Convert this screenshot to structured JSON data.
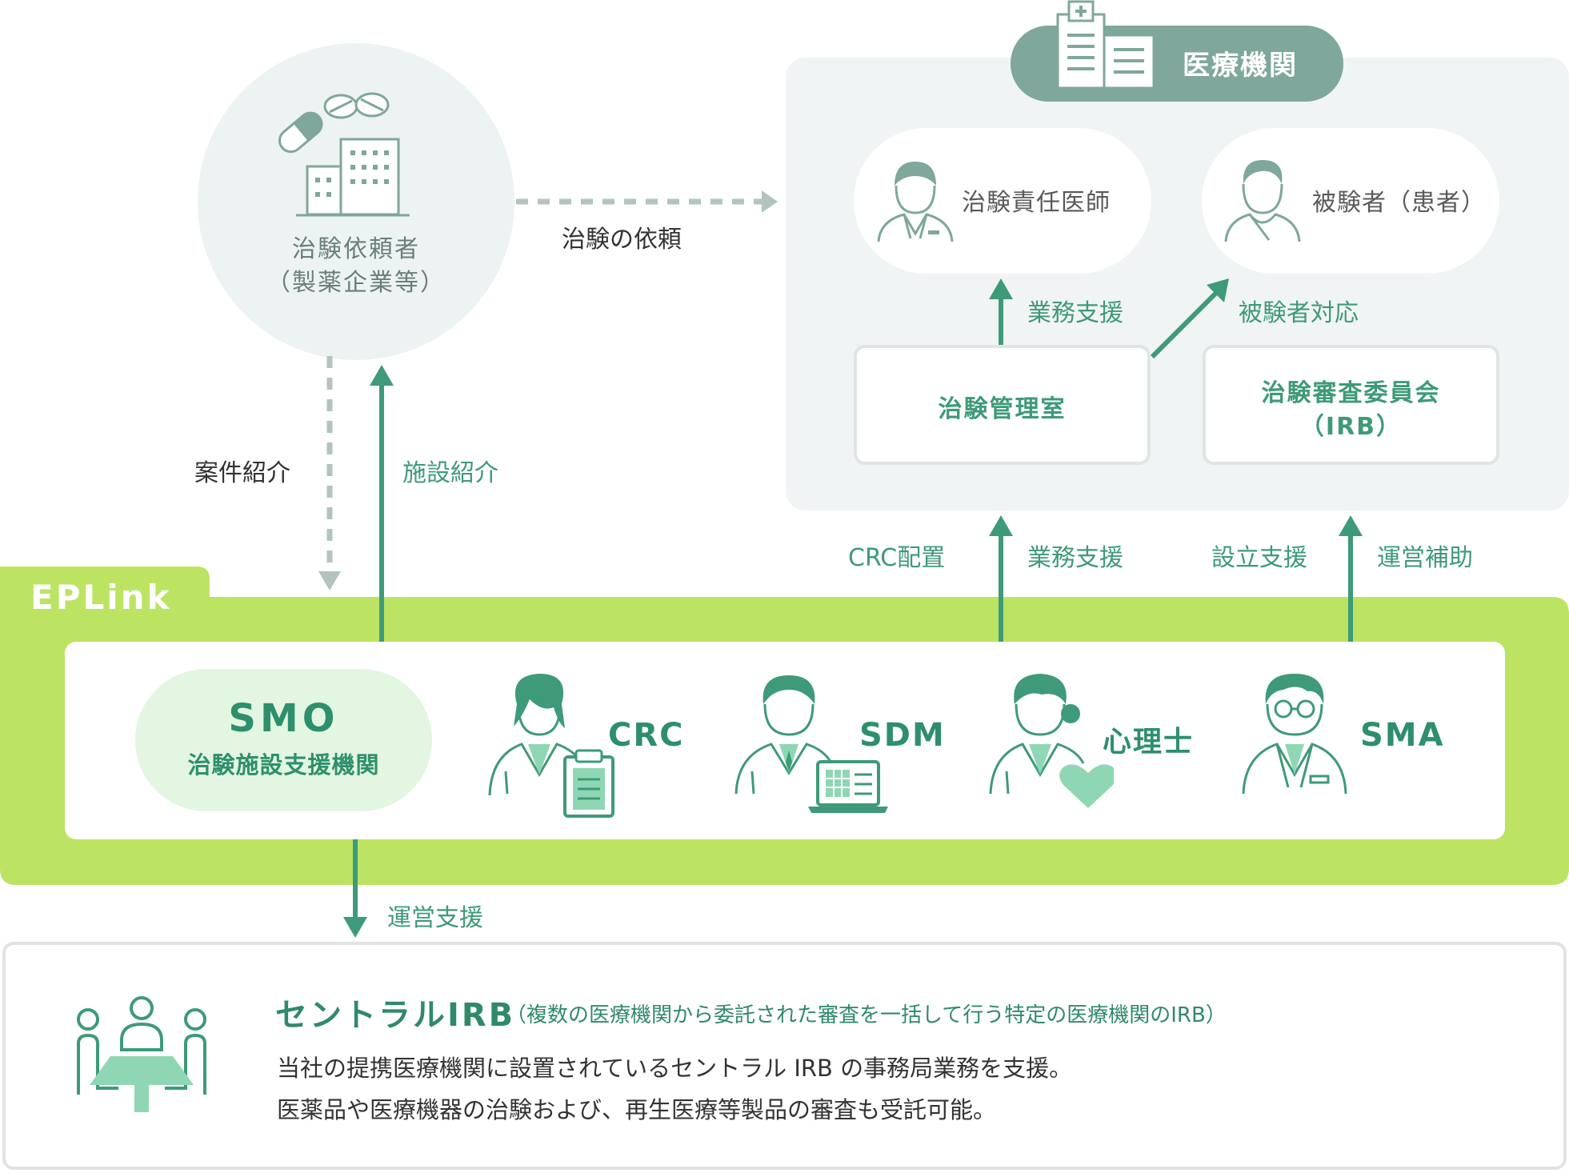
{
  "sponsor": {
    "label_line1": "治験依頼者",
    "label_line2": "（製薬企業等）",
    "icon": "pharma-building-icon"
  },
  "flows": {
    "request": "治験の依頼",
    "case_intro": "案件紹介",
    "facility_intro": "施設紹介",
    "crc_placement": "CRC配置",
    "biz_support_lower": "業務支援",
    "setup_support": "設立支援",
    "operation_assist": "運営補助",
    "biz_support_upper": "業務支援",
    "subject_support": "被験者対応",
    "operation_support": "運営支援"
  },
  "hospital": {
    "title": "医療機関",
    "investigator": "治験責任医師",
    "subject": "被験者（患者）",
    "office": "治験管理室",
    "irb_line1": "治験審査委員会",
    "irb_line2": "（IRB）"
  },
  "eplink": {
    "tab": "EPLink",
    "smo_title": "SMO",
    "smo_subtitle": "治験施設支援機関",
    "roles": [
      {
        "label": "CRC",
        "icon": "crc-clipboard-icon"
      },
      {
        "label": "SDM",
        "icon": "sdm-laptop-icon"
      },
      {
        "label": "心理士",
        "icon": "psychologist-heart-icon"
      },
      {
        "label": "SMA",
        "icon": "sma-glasses-icon"
      }
    ]
  },
  "central_irb": {
    "title": "セントラルIRB",
    "note": "（複数の医療機関から委託された審査を一括して行う特定の医療機関のIRB）",
    "line1": "当社の提携医療機関に設置されているセントラル IRB の事務局業務を支援。",
    "line2": "医薬品や医療機器の治験および、再生医療等製品の審査も受託可能。",
    "icon": "meeting-table-icon"
  },
  "colors": {
    "accent_green": "#3e9a78",
    "lime": "#bde362",
    "pale_green": "#e3f6e2",
    "teal_gray": "#7fa79c",
    "panel_bg": "#f1f4f5",
    "arrow_gray": "#b3c3bf"
  }
}
